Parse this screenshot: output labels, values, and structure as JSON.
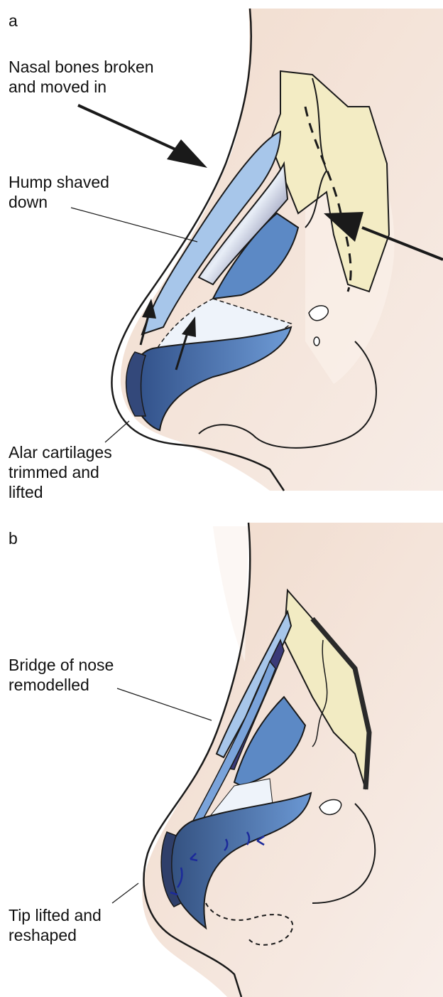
{
  "panels": [
    {
      "letter": "a",
      "labels": {
        "nasal_bones": "Nasal bones broken\nand moved in",
        "hump": "Hump shaved\ndown",
        "alar": "Alar cartilages\ntrimmed and\nlifted"
      }
    },
    {
      "letter": "b",
      "labels": {
        "bridge": "Bridge of nose\nremodelled",
        "tip": "Tip lifted and\nreshaped"
      }
    }
  ],
  "colors": {
    "skin": "#f3ddd2",
    "bone": "#f2ecc2",
    "cartilage": "#5f8fcf",
    "cartilage_light": "#a9c8ea",
    "dark_cartilage": "#2b2c66",
    "outline": "#1a1a1a"
  }
}
